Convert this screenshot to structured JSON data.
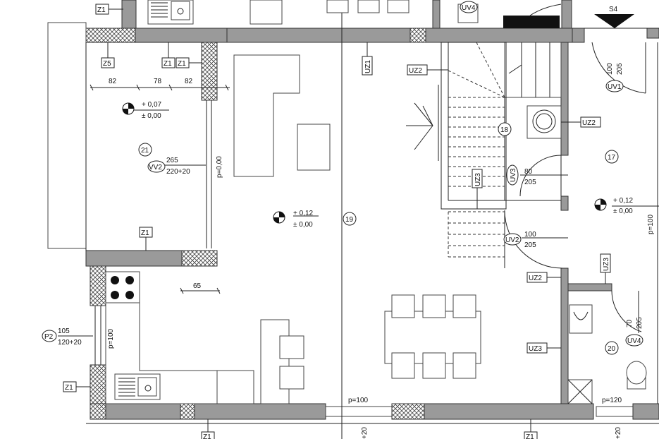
{
  "floor_plan": {
    "section_mark": "S4",
    "rooms": {
      "r17": "17",
      "r18": "18",
      "r19": "19",
      "r20": "20",
      "r21": "21"
    },
    "wall_tags": {
      "z1_a": "Z1",
      "z1_b": "Z1",
      "z1_c": "Z1",
      "z1_d": "Z1",
      "z1_e": "Z1",
      "z1_f": "Z1",
      "z1_g": "Z1",
      "z5": "Z5",
      "uz1": "UZ1",
      "uz2_a": "UZ2",
      "uz2_b": "UZ2",
      "uz2_c": "UZ2",
      "uz3_a": "UZ3",
      "uz3_b": "UZ3",
      "uz3_c": "UZ3"
    },
    "door_tags": {
      "uv1": "UV1",
      "uv2": "UV2",
      "uv3": "UV3",
      "uv4_a": "UV4",
      "uv4_b": "UV4",
      "vv2": "VV2",
      "p2": "P2"
    },
    "dimensions": {
      "d82a": "82",
      "d78": "78",
      "d82b": "82",
      "d65": "65",
      "vv2_w": "265",
      "vv2_h": "220+20",
      "p2_w": "105",
      "p2_h": "120+20",
      "uv3_w": "80",
      "uv3_h": "205",
      "uv2_w": "100",
      "uv2_h": "205",
      "uv1_w": "100",
      "uv1_h": "205",
      "uv4_w": "70",
      "uv4_h": "205",
      "p_0": "p=0,00",
      "p_100_left": "p=100",
      "p_100_bottom": "p=100",
      "p_100_right": "p=100",
      "p_120": "p=120",
      "plus20_a": "+20",
      "plus20_b": "+20"
    },
    "levels": {
      "terrace_top": "+ 0,07",
      "terrace_bottom": "± 0,00",
      "living_top": "+ 0,12",
      "living_bottom": "± 0,00",
      "hall_top": "+ 0,12",
      "hall_bottom": "± 0,00"
    }
  }
}
